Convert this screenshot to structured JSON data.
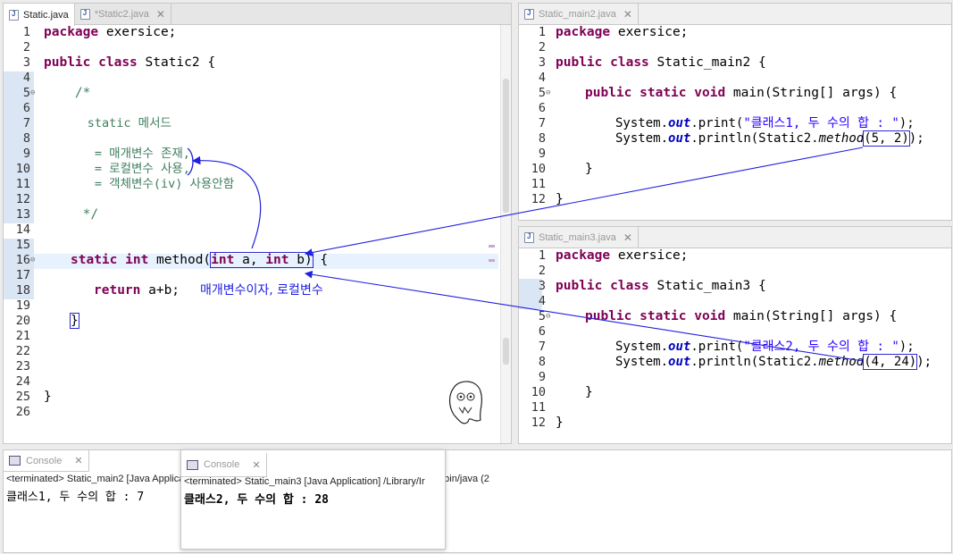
{
  "left_editor": {
    "tabs": [
      {
        "label": "Static.java",
        "active": true
      },
      {
        "label": "*Static2.java",
        "active": false
      }
    ],
    "line_numbers": [
      "1",
      "2",
      "3",
      "4",
      "5",
      "6",
      "7",
      "8",
      "9",
      "10",
      "11",
      "12",
      "13",
      "14",
      "15",
      "16",
      "17",
      "18",
      "19",
      "20",
      "21",
      "22",
      "23",
      "24",
      "25",
      "26"
    ],
    "lines": {
      "l1_kw": "package",
      "l1_rest": " exersice;",
      "l3_kw1": "public",
      "l3_kw2": "class",
      "l3_rest": " Static2 {",
      "l5": "    /*",
      "l7": "      static 메서드",
      "l9": "       = 매개변수 존재,",
      "l10": "       = 로컬변수 사용,",
      "l11": "       = 객체변수(iv) 사용안함",
      "l13": "     */",
      "l16_kw1": "static",
      "l16_kw2": "int",
      "l16_name": " method(",
      "l16_kw3": "int",
      "l16_a": " a, ",
      "l16_kw4": "int",
      "l16_b": " b)",
      "l16_end": " {",
      "l18_kw": "return",
      "l18_rest": " a+b;",
      "l20": "}",
      "l25": "}"
    },
    "annotation": "매개변수이자, 로컬변수"
  },
  "main2_editor": {
    "tab": "Static_main2.java",
    "line_numbers": [
      "1",
      "2",
      "3",
      "4",
      "5",
      "6",
      "7",
      "8",
      "9",
      "10",
      "11",
      "12"
    ],
    "lines": {
      "l1_kw": "package",
      "l1_rest": " exersice;",
      "l3_kw1": "public",
      "l3_kw2": "class",
      "l3_rest": " Static_main2 {",
      "l5_kw1": "public",
      "l5_kw2": "static",
      "l5_kw3": "void",
      "l5_rest": " main(String[] args) {",
      "l7_a": "System.",
      "l7_out": "out",
      "l7_b": ".print(",
      "l7_str": "\"클래스1, 두 수의 합 : \"",
      "l7_c": ");",
      "l8_a": "System.",
      "l8_out": "out",
      "l8_b": ".println(Static2.",
      "l8_m": "method",
      "l8_args": "(5, 2)",
      "l8_c": ");",
      "l10": "}",
      "l12": "}"
    }
  },
  "main3_editor": {
    "tab": "Static_main3.java",
    "line_numbers": [
      "1",
      "2",
      "3",
      "4",
      "5",
      "6",
      "7",
      "8",
      "9",
      "10",
      "11",
      "12"
    ],
    "lines": {
      "l1_kw": "package",
      "l1_rest": " exersice;",
      "l3_kw1": "public",
      "l3_kw2": "class",
      "l3_rest": " Static_main3 {",
      "l5_kw1": "public",
      "l5_kw2": "static",
      "l5_kw3": "void",
      "l5_rest": " main(String[] args) {",
      "l7_a": "System.",
      "l7_out": "out",
      "l7_b": ".print(",
      "l7_str": "\"클래스2, 두 수의 합 : \"",
      "l7_c": ");",
      "l8_a": "System.",
      "l8_out": "out",
      "l8_b": ".println(Static2.",
      "l8_m": "method",
      "l8_args": "(4, 24)",
      "l8_c": ");",
      "l10": "}",
      "l12": "}"
    }
  },
  "console1": {
    "tab": "Console",
    "status": "<terminated> Static_main2 [Java Application] /Library/Java/JavaVirtualMachines/jdk/Contents/Home/bin/java  (2",
    "output": "클래스1, 두 수의 합 : 7"
  },
  "console2": {
    "tab": "Console",
    "status": "<terminated> Static_main3 [Java Application] /Library/Ir",
    "output": "클래스2, 두 수의 합 : 28"
  },
  "colors": {
    "keyword": "#7f0055",
    "comment": "#3f7f5f",
    "string": "#2a00ff",
    "field": "#0000c0",
    "annotation": "#2020e0"
  }
}
